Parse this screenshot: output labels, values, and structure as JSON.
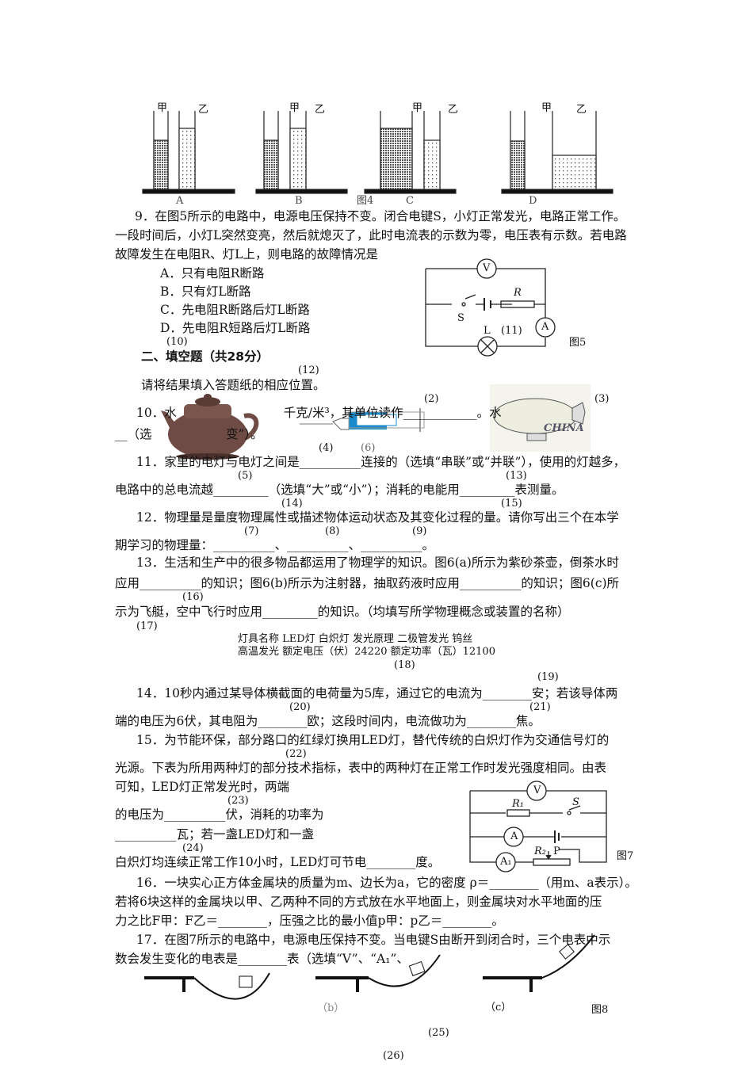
{
  "fig4": {
    "labels": [
      "甲",
      "乙"
    ],
    "options": [
      "A",
      "B",
      "C",
      "D"
    ],
    "caption": "图4"
  },
  "q9": {
    "lines": [
      "9．在图5所示的电路中，电源电压保持不变。闭合电键S，小灯正常发光，电路正常工作。",
      "一段时间后，小灯L突然变亮，然后就熄灭了，此时电流表的示数为零，电压表有示数。若电路",
      "故障发生在电阻R、灯L上，则电路的故障情况是"
    ],
    "options": [
      "A．只有电阻R断路",
      "B．只有灯L断路",
      "C．先电阻R断路后灯L断路",
      "D．先电阻R短路后灯L断路"
    ]
  },
  "fig5": {
    "caption": "图5",
    "V": "V",
    "A": "A",
    "R": "R",
    "S": "S",
    "L": "L"
  },
  "section2": {
    "title": "二、填空题（共28分）",
    "instruction": "请将结果填入答题纸的相应位置。"
  },
  "q10": {
    "line1a": "10．水",
    "line1b": "千克/米³，其单位读作",
    "line1c": "。水",
    "line2": "__（选",
    "line2b": "变”）。"
  },
  "fig6": {
    "blimp_text": "CHINA"
  },
  "q11": {
    "line1a": "11．家里的电灯与电灯之间是",
    "line1b": "连接的（选填“串联”或“并联”），使用的灯越多，",
    "line2a": "电路中的总电流越",
    "line2b": "（选填“大”或“小”）；消耗的电能用",
    "line2c": "表测量。"
  },
  "q12": {
    "line1": "12．物理量是量度物理属性或描述物体运动状态及其变化过程的量。请你写出三个在本学",
    "line2": "期学习的物理量："
  },
  "q13": {
    "line1": "13．生活和生产中的很多物品都运用了物理学的知识。图6(a)所示为紫砂茶壶，倒茶水时",
    "line2a": "应用",
    "line2b": "的知识；图6(b)所示为注射器，抽取药液时应用",
    "line2c": "的知识；图6(c)所",
    "line3a": "示为飞艇，空中飞行时应用",
    "line3b": "的知识。（均填写所学物理概念或装置的名称）"
  },
  "table_overlay": [
    "灯具名称 LED灯  白炽灯  发光原理  二极管发光  钨丝",
    "高温发光  额定电压（伏）24220 额定功率（瓦）12100"
  ],
  "q14": {
    "line1a": "14．10秒内通过某导体横截面的电荷量为5库，通过它的电流为",
    "line1b": "安；若该导体两",
    "line2a": "端的电压为6伏，其电阻为",
    "line2b": "欧；这段时间内，电流做功为",
    "line2c": "焦。"
  },
  "q15": {
    "lines": [
      "15．为节能环保，部分路口的红绿灯换用LED灯，替代传统的白炽灯作为交通信号灯的",
      "光源。下表为所用两种灯的部分技术指标，表中的两种灯在正常工作时发光强度相同。由表",
      "可知，LED灯正常发光时，两端",
      "的电压为__________伏，消耗的功率为",
      "__________瓦；若一盏LED灯和一盏",
      "白炽灯均连续正常工作10小时，LED灯可节电________度。"
    ]
  },
  "fig7": {
    "caption": "图7",
    "V": "V",
    "A": "A",
    "A1": "A₁",
    "R1": "R₁",
    "R2": "R₂",
    "S": "S",
    "P": "P"
  },
  "q16": {
    "lines": [
      "16．一块实心正方体金属块的质量为m、边长为a，它的密度 ρ＝________（用m、a表示）。",
      "若将6块这样的金属块以甲、乙两种不同的方式放在水平地面上，则金属块对水平地面的压",
      "力之比F甲：F乙＝________，压强之比的最小值p甲：p乙＝________。"
    ]
  },
  "q17": {
    "lines": [
      "17．在图7所示的电路中，电源电压保持不变。当电键S由断开到闭合时，三个电表中示",
      "数会发生变化的电表是________表（选填“V”、“A₁”、"
    ]
  },
  "fig8": {
    "labels": [
      "（b）",
      "（c）"
    ],
    "caption": "图8"
  },
  "blanks": [
    "(2)",
    "(3)",
    "(4)",
    "(5)",
    "(6)",
    "(7)",
    "(8)",
    "(9)",
    "(10)",
    "(11)",
    "(12)",
    "(13)",
    "(14)",
    "(15)",
    "(16)",
    "(17)",
    "(18)",
    "(19)",
    "(20)",
    "(21)",
    "(22)",
    "(23)",
    "(24)",
    "(25)",
    "(26)"
  ]
}
